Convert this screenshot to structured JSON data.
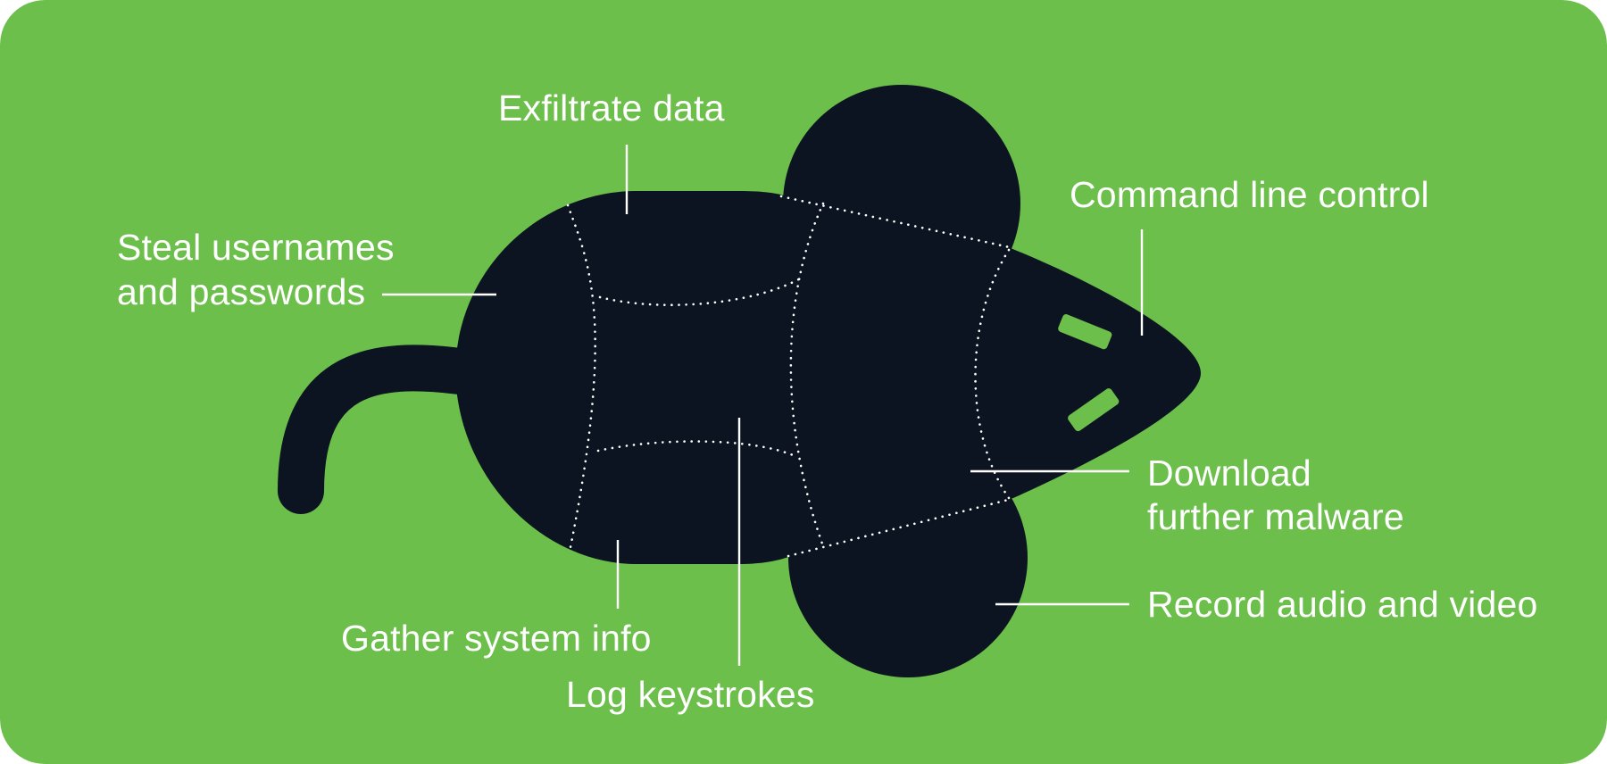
{
  "colors": {
    "background": "#6dbf4b",
    "mouse": "#0c1421",
    "lines": "#ffffff"
  },
  "labels": {
    "exfiltrate": "Exfiltrate data",
    "steal_line1": "Steal usernames",
    "steal_line2": "and passwords",
    "command": "Command line control",
    "download_line1": "Download",
    "download_line2": "further malware",
    "record": "Record audio and video",
    "gather": "Gather system info",
    "keystrokes": "Log keystrokes"
  }
}
